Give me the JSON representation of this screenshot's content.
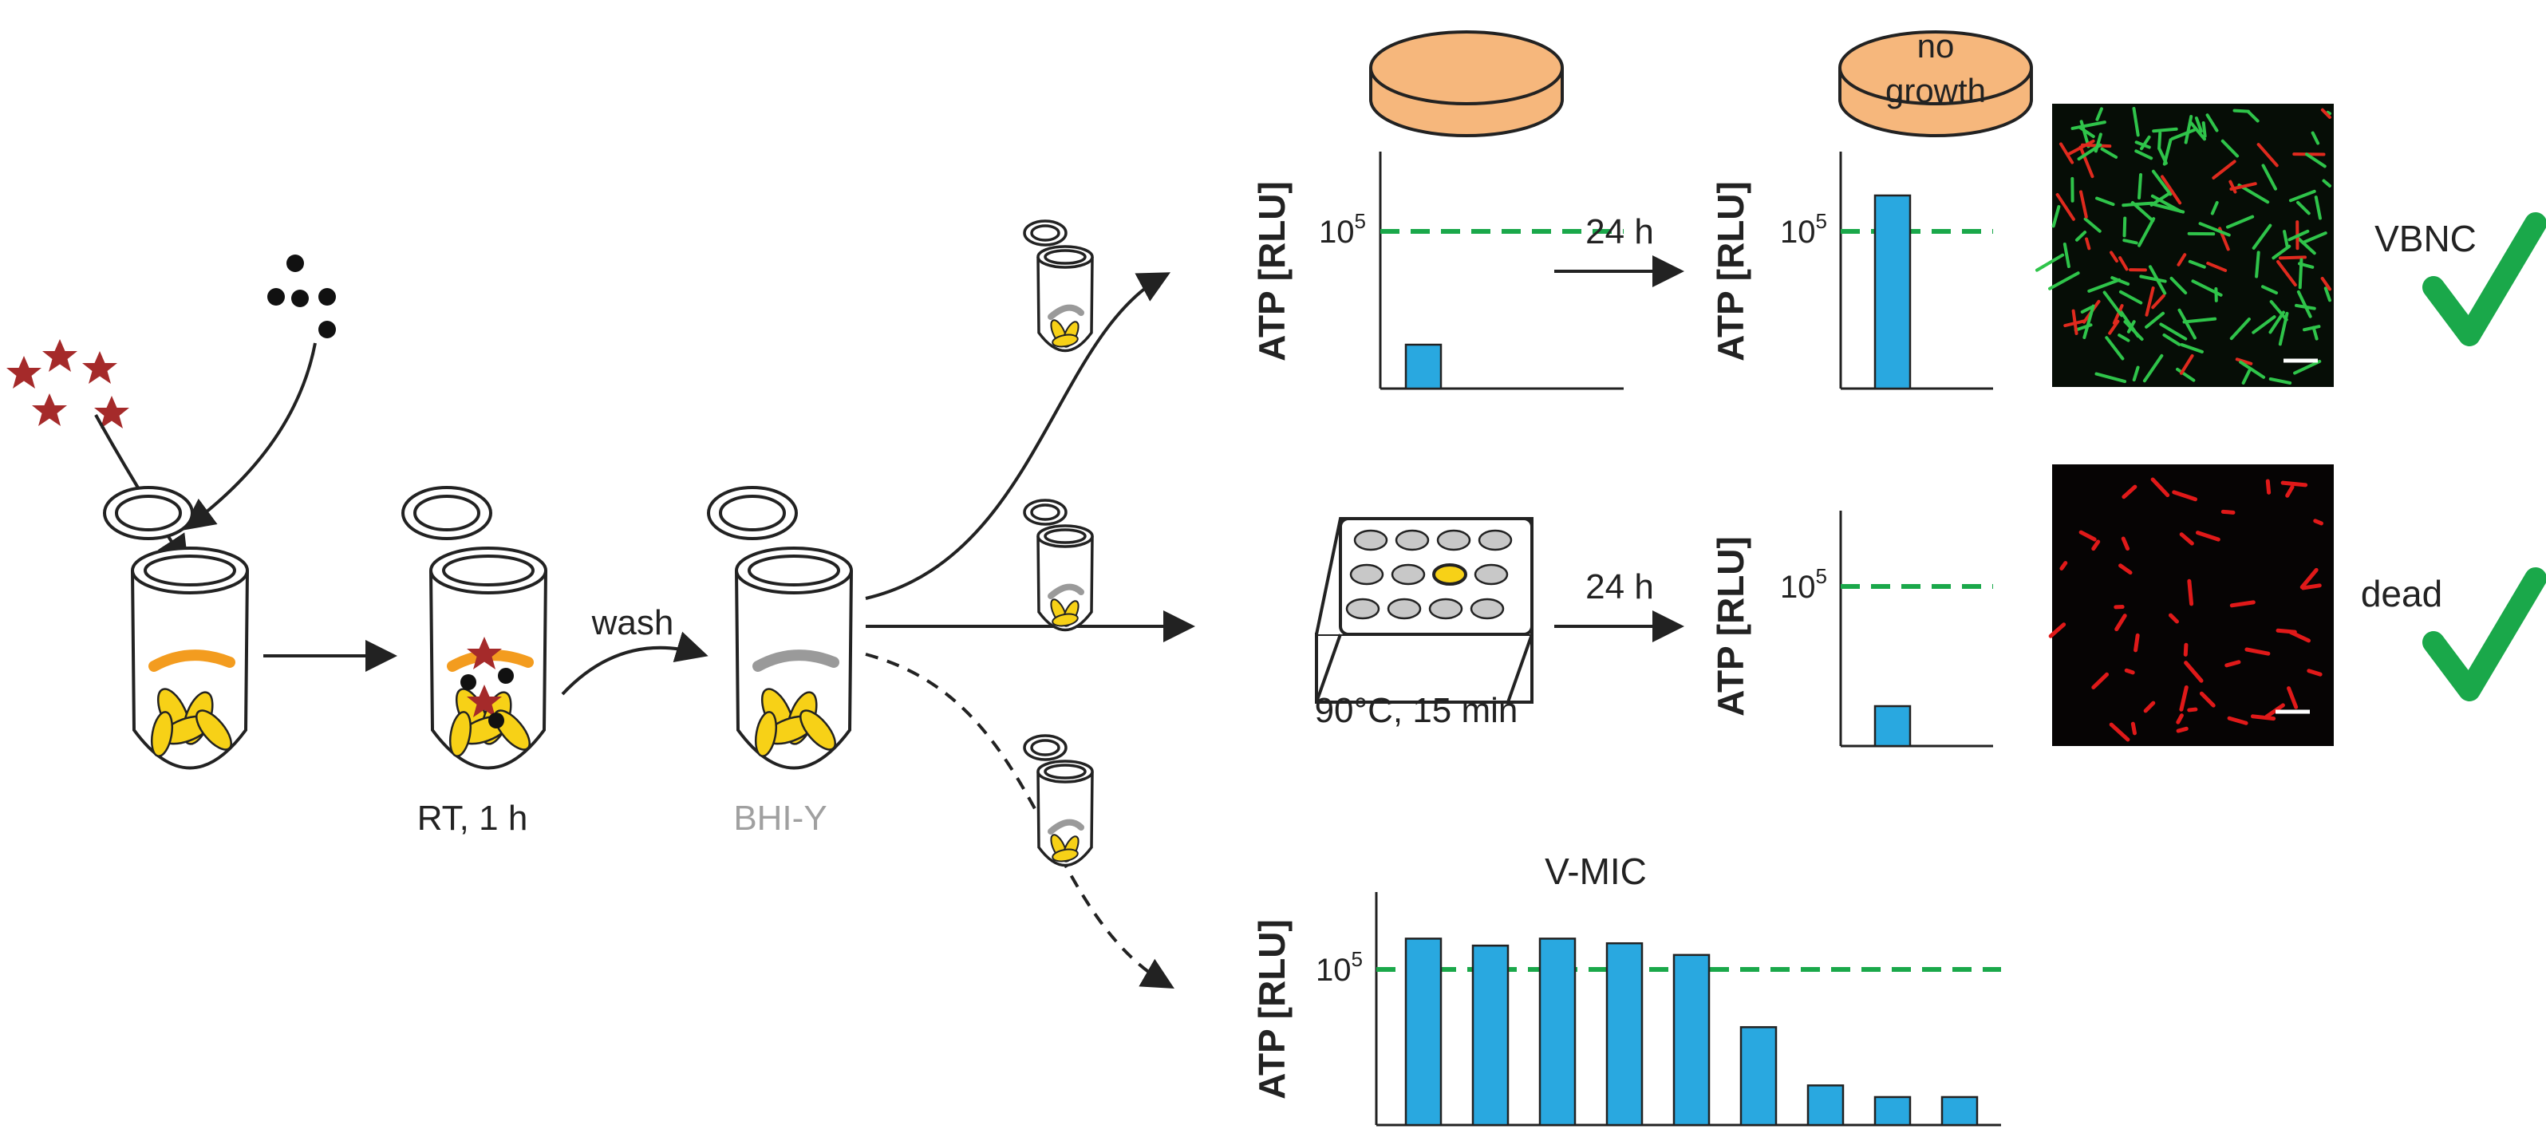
{
  "steps": {
    "incubation_label": "RT, 1 h",
    "wash_label": "wash",
    "medium_label": "BHI-Y"
  },
  "branch_top": {
    "ylabel": "ATP [RLU]",
    "threshold_label": "10",
    "threshold_exp": "5",
    "time_label": "24 h",
    "plate_label_line1": "no",
    "plate_label_line2": "growth",
    "result": "VBNC"
  },
  "branch_middle": {
    "treatment_label": "90°C, 15 min",
    "time_label": "24 h",
    "ylabel": "ATP [RLU]",
    "threshold_label": "10",
    "threshold_exp": "5",
    "result": "dead"
  },
  "branch_bottom": {
    "title": "V-MIC",
    "ylabel": "ATP [RLU]",
    "threshold_label": "10",
    "threshold_exp": "5"
  },
  "colors": {
    "bar": "#29a8e0",
    "threshold": "#1aa84a",
    "check": "#1aa84a",
    "star": "#a52a2a",
    "plate": "#f6b77c",
    "bacteria_yellow": "#f7d117",
    "bacteria_orange": "#f39c1f"
  },
  "chart_data": [
    {
      "type": "bar",
      "ylabel": "ATP [RLU]",
      "threshold_tick": "10^5",
      "values_fraction_of_axis": [
        0.18
      ]
    },
    {
      "type": "bar",
      "ylabel": "ATP [RLU]",
      "threshold_tick": "10^5",
      "values_fraction_of_axis": [
        0.82
      ]
    },
    {
      "type": "bar",
      "ylabel": "ATP [RLU]",
      "threshold_tick": "10^5",
      "values_fraction_of_axis": [
        0.17
      ]
    },
    {
      "type": "bar",
      "title": "V-MIC",
      "ylabel": "ATP [RLU]",
      "threshold_tick": "10^5",
      "values_fraction_of_axis": [
        0.8,
        0.77,
        0.8,
        0.78,
        0.73,
        0.42,
        0.17,
        0.12,
        0.12
      ]
    }
  ]
}
